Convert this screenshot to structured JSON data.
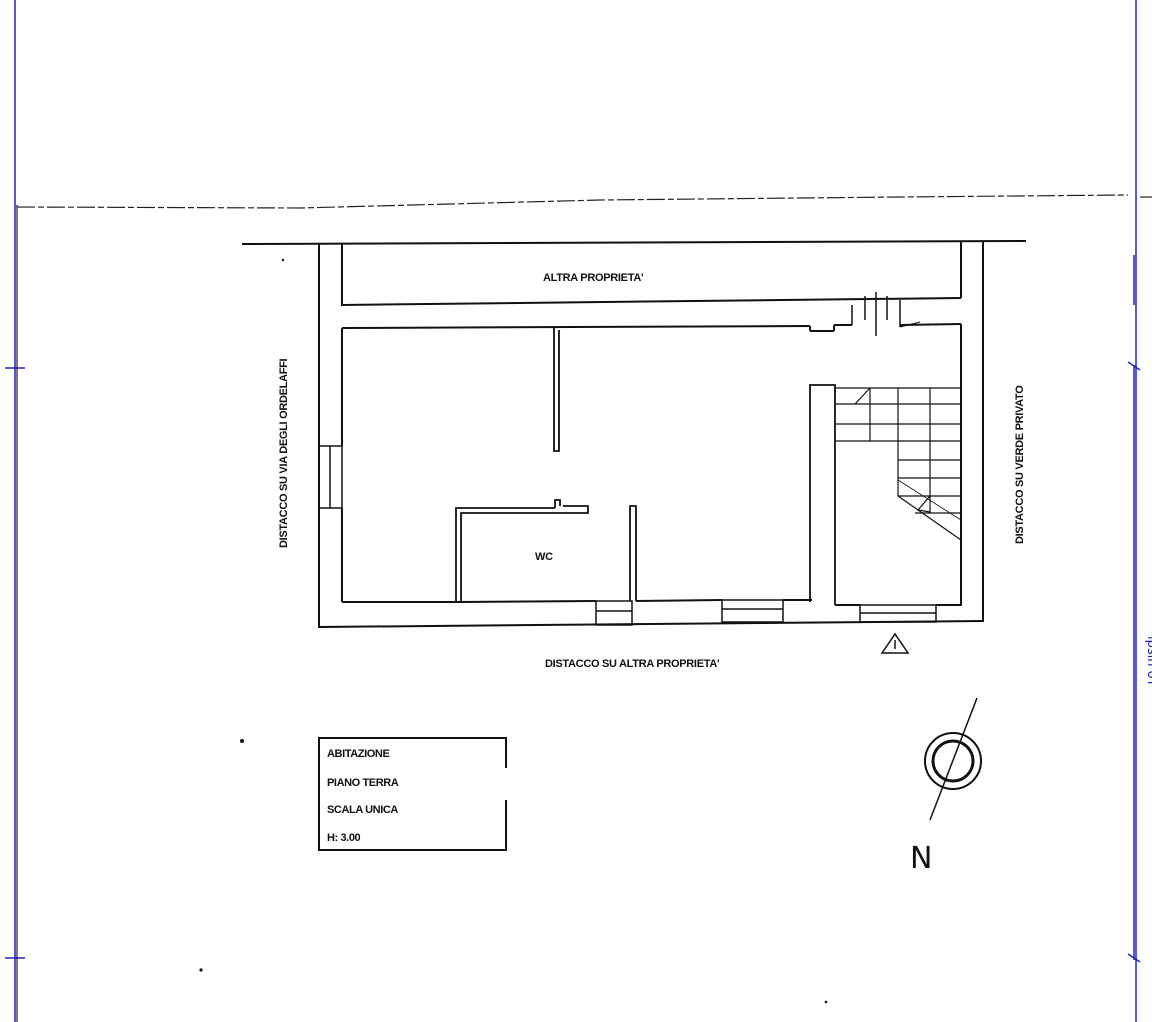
{
  "plan": {
    "label_top": "ALTRA PROPRIETA'",
    "label_bottom": "DISTACCO SU ALTRA PROPRIETA'",
    "label_left": "DISTACCO SU VIA DEGLI ORDELAFFI",
    "label_right": "DISTACCO SU VERDE PRIVATO",
    "room_wc": "WC"
  },
  "info_box": {
    "line1": "ABITAZIONE",
    "line2": "PIANO TERRA",
    "line3": "SCALA UNICA",
    "line4": "H: 3.00"
  },
  "compass": {
    "north_label": "N"
  },
  "edge": {
    "cut_text": "ipsin oT"
  },
  "colors": {
    "ink": "#111111",
    "frame_blue": "#2020c0"
  },
  "icons": {
    "entrance": "warning-triangle-icon",
    "compass": "north-arrow-icon"
  }
}
